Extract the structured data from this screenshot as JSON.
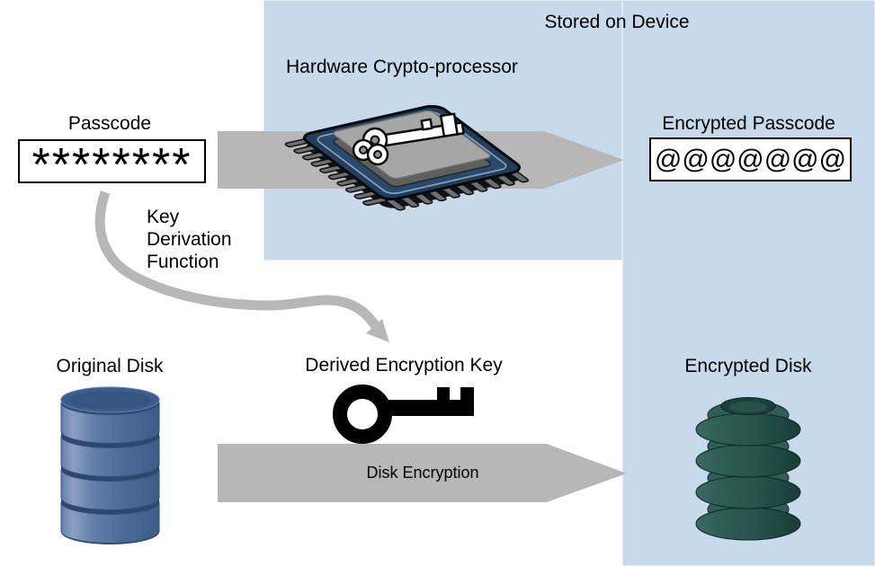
{
  "region": {
    "label": "Stored on Device"
  },
  "processor": {
    "label": "Hardware Crypto-processor"
  },
  "passcode": {
    "label": "Passcode",
    "value": "********"
  },
  "encrypted_passcode": {
    "label": "Encrypted Passcode",
    "value": "@@@@@@@"
  },
  "kdf": {
    "line1": "Key",
    "line2": "Derivation",
    "line3": "Function"
  },
  "original_disk": {
    "label": "Original Disk"
  },
  "derived_key": {
    "label": "Derived Encryption Key"
  },
  "disk_encryption": {
    "label": "Disk Encryption"
  },
  "encrypted_disk": {
    "label": "Encrypted Disk"
  },
  "colors": {
    "region_fill": "#c7d9ea",
    "arrow_gray": "#b7b7b7",
    "disk_blue": "#52719e",
    "disk_teal": "#2c5952",
    "chip_navy": "#264669",
    "key_black": "#000000",
    "text": "#000000"
  }
}
